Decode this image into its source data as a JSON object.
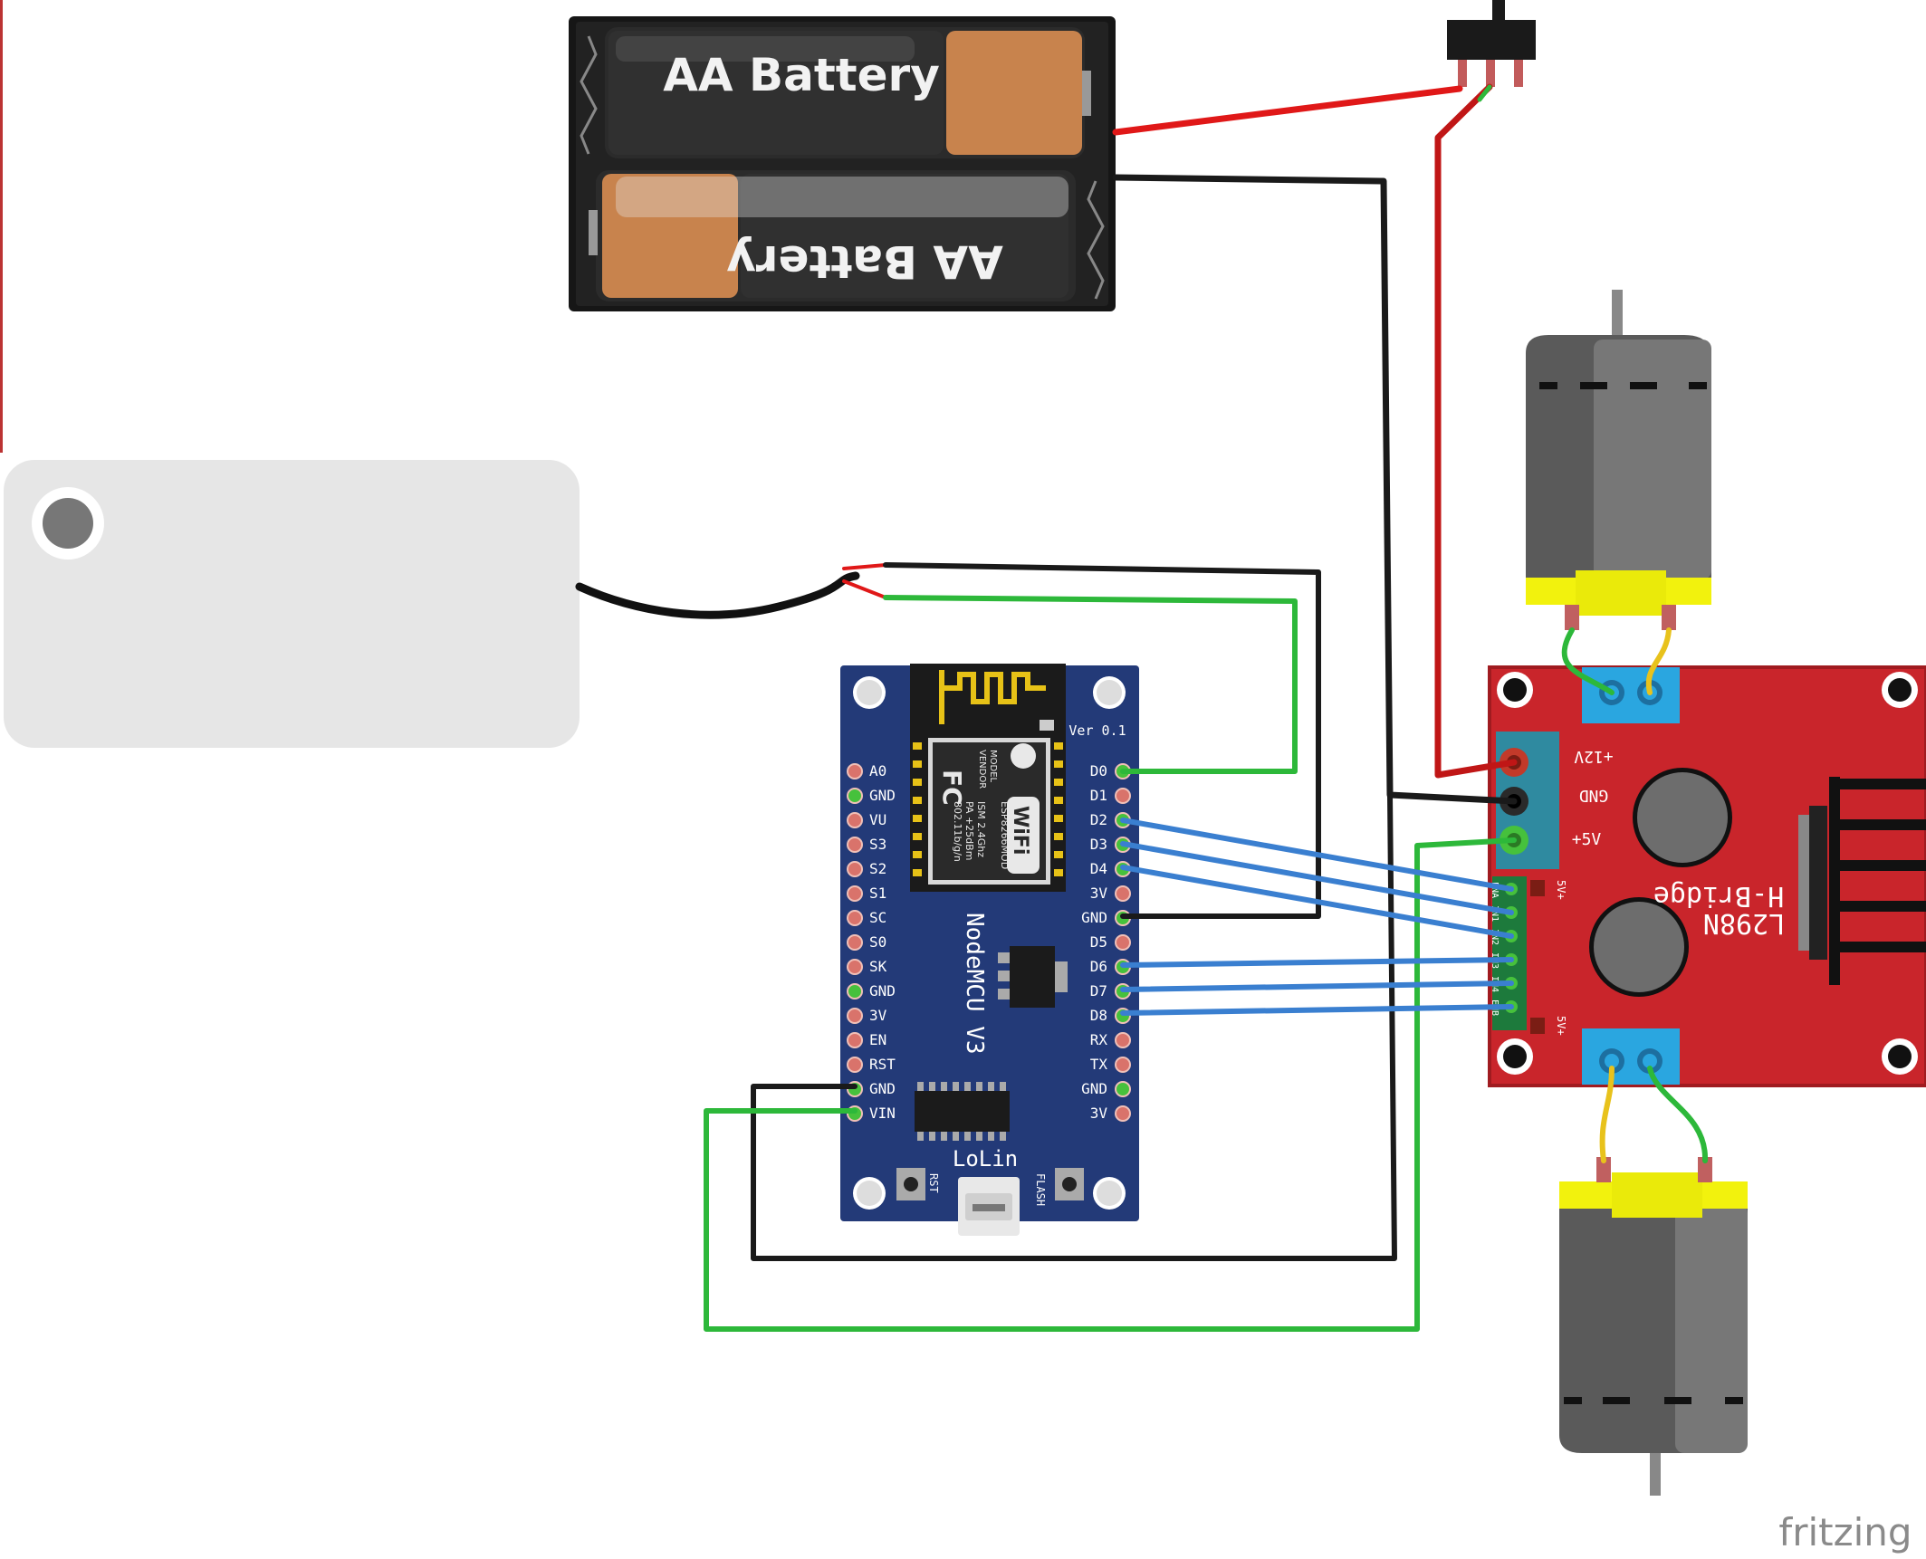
{
  "battery_pack": {
    "cell_top_label": "AA Battery",
    "cell_bottom_label": "AA Battery"
  },
  "nodemcu": {
    "version": "Ver 0.1",
    "name": "NodeMCU V3",
    "maker": "LoLin",
    "rst_button": "RST",
    "flash_button": "FLASH",
    "module": {
      "logo": "FC",
      "wifi": "WiFi",
      "model_label": "MODEL",
      "vendor_label": "VENDOR",
      "model": "ESP8266MOD",
      "ism": "ISM  2.4Ghz",
      "pa": "PA  +25dBm",
      "standard": "802.11b/g/n"
    },
    "left_pins": [
      "A0",
      "GND",
      "VU",
      "S3",
      "S2",
      "S1",
      "SC",
      "S0",
      "SK",
      "GND",
      "3V",
      "EN",
      "RST",
      "GND",
      "VIN"
    ],
    "right_pins": [
      "D0",
      "D1",
      "D2",
      "D3",
      "D4",
      "3V",
      "GND",
      "D5",
      "D6",
      "D7",
      "D8",
      "RX",
      "TX",
      "GND",
      "3V"
    ]
  },
  "l298n": {
    "name": "L298N",
    "subtitle": "H-Bridge",
    "power_pins": [
      "+12V",
      "GND",
      "+5V"
    ],
    "logic_pins": [
      "ENA",
      "IN1",
      "IN2",
      "IN3",
      "IN4",
      "ENB"
    ],
    "jumper_label": "5V+"
  },
  "watermark": "fritzing",
  "colors": {
    "nodemcu_board": "#233a78",
    "hbridge_board": "#c9252b",
    "wire_black": "#1a1a1a",
    "wire_red": "#e01818",
    "wire_green": "#2db83a",
    "wire_blue": "#3a7fd0",
    "wire_yellow": "#e8c21c",
    "motor_yellow": "#f2f20d",
    "terminal_blue": "#2aa6e0"
  }
}
